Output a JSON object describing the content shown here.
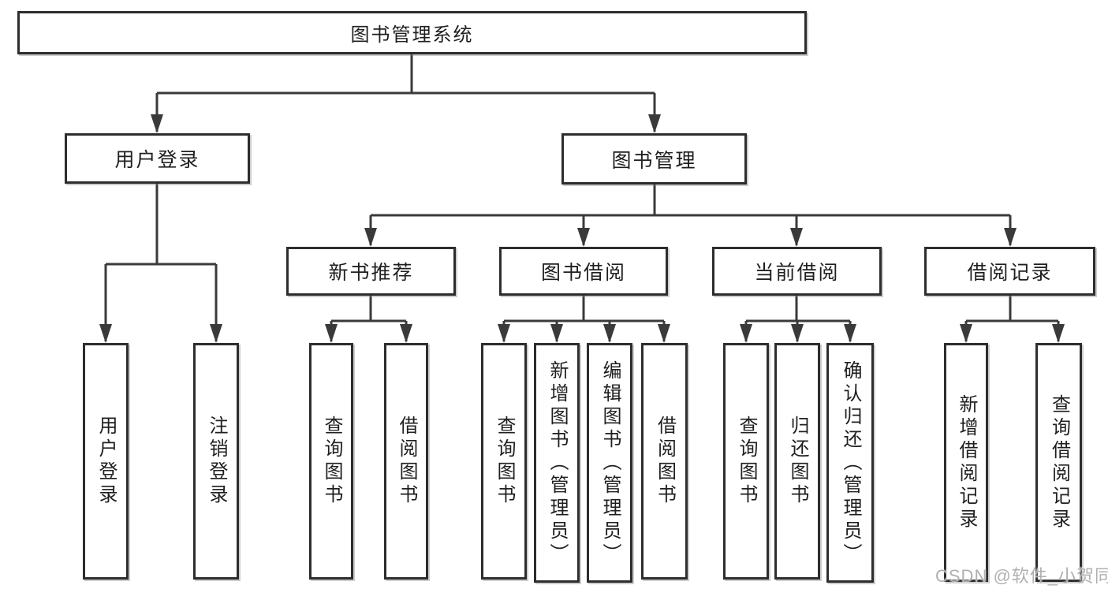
{
  "tree": {
    "root": {
      "label": "图书管理系统",
      "children": [
        {
          "label": "用户登录",
          "children": [
            {
              "label": "用户登录"
            },
            {
              "label": "注销登录"
            }
          ]
        },
        {
          "label": "图书管理",
          "children": [
            {
              "label": "新书推荐",
              "children": [
                {
                  "label": "查询图书"
                },
                {
                  "label": "借阅图书"
                }
              ]
            },
            {
              "label": "图书借阅",
              "children": [
                {
                  "label": "查询图书"
                },
                {
                  "label": "新增图书（管理员）"
                },
                {
                  "label": "编辑图书（管理员）"
                },
                {
                  "label": "借阅图书"
                }
              ]
            },
            {
              "label": "当前借阅",
              "children": [
                {
                  "label": "查询图书"
                },
                {
                  "label": "归还图书"
                },
                {
                  "label": "确认归还（管理员）"
                }
              ]
            },
            {
              "label": "借阅记录",
              "children": [
                {
                  "label": "新增借阅记录"
                },
                {
                  "label": "查询借阅记录"
                }
              ]
            }
          ]
        }
      ]
    }
  },
  "watermark": "CSDN @软件_小贺同学",
  "colors": {
    "line_color": "#3a3a3a",
    "border_color": "#2d2d2d",
    "text_color": "#1f1f1f",
    "watermark_color": "#b0b0b0"
  }
}
